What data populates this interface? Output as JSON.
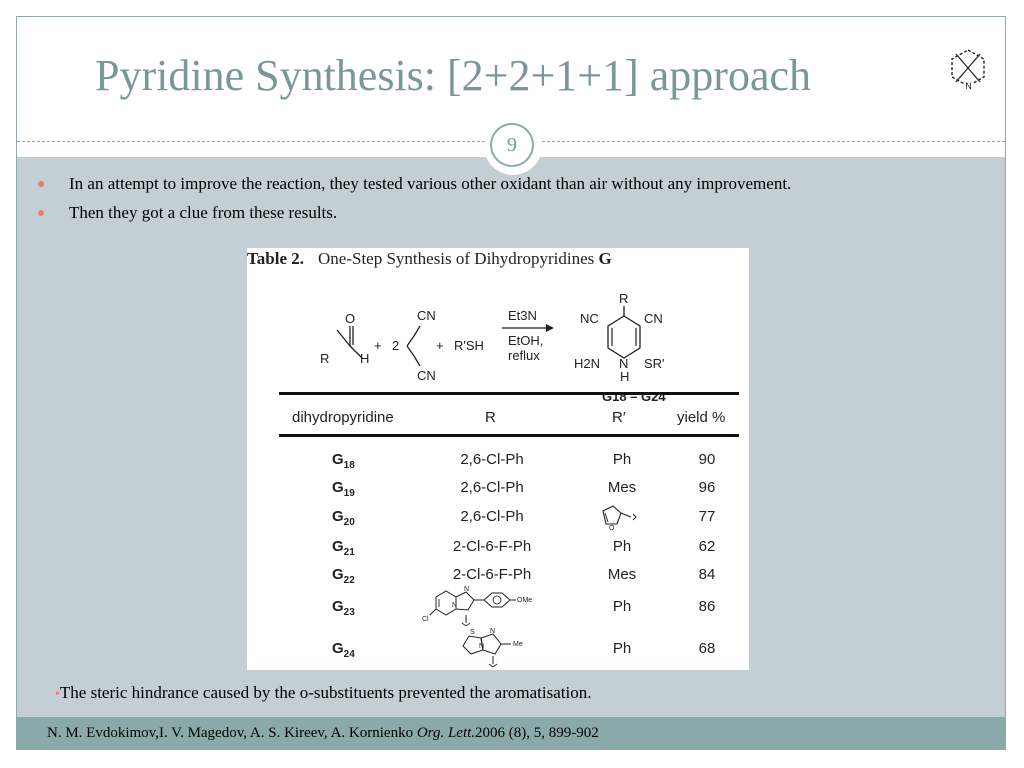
{
  "slide": {
    "title": "Pyridine Synthesis: [2+2+1+1] approach",
    "logo_icon": "pyridine-ring-icon",
    "page_number": "9",
    "bullets": [
      "In an attempt to improve the reaction, they tested various other oxidant than air without any improvement.",
      "Then they got a clue from these results."
    ],
    "note_marker": "•",
    "note": "The steric hindrance caused by the o-substituents prevented the aromatisation.",
    "footer": {
      "authors": "N. M. Evdokimov,I. V. Magedov, A. S. Kireev, A. Kornienko ",
      "journal": "Org. Lett.",
      "citation": "2006 (8), 5, 899-902"
    }
  },
  "table": {
    "label": "Table 2.",
    "caption": "One-Step Synthesis of Dihydropyridines",
    "caption_compound": "G",
    "scheme": {
      "aldehyde_O": "O",
      "aldehyde_R": "R",
      "aldehyde_H": "H",
      "plus1": "+",
      "coef": "2",
      "malono_cn_top": "CN",
      "malono_cn_bottom": "CN",
      "plus2": "+",
      "thiol": "R'SH",
      "reagent_top": "Et3N",
      "reagent_bottom1": "EtOH,",
      "reagent_bottom2": "reflux",
      "prod_R": "R",
      "prod_NC": "NC",
      "prod_CN": "CN",
      "prod_H2N": "H2N",
      "prod_N": "N",
      "prod_H": "H",
      "prod_SR": "SR'",
      "prod_label": "G18 – G24"
    },
    "headers": [
      "dihydropyridine",
      "R",
      "R′",
      "yield %"
    ],
    "rows": [
      {
        "compound": "G",
        "sub": "18",
        "R": "2,6-Cl-Ph",
        "R_prime": "Ph",
        "yield": "90"
      },
      {
        "compound": "G",
        "sub": "19",
        "R": "2,6-Cl-Ph",
        "R_prime": "Mes",
        "yield": "96"
      },
      {
        "compound": "G",
        "sub": "20",
        "R": "2,6-Cl-Ph",
        "R_prime": "",
        "R_prime_icon": "furfuryl-structure-icon",
        "yield": "77"
      },
      {
        "compound": "G",
        "sub": "21",
        "R": "2-Cl-6-F-Ph",
        "R_prime": "Ph",
        "yield": "62"
      },
      {
        "compound": "G",
        "sub": "22",
        "R": "2-Cl-6-F-Ph",
        "R_prime": "Mes",
        "yield": "84"
      },
      {
        "compound": "G",
        "sub": "23",
        "R": "",
        "R_icon": "imidazopyridine-methoxyphenyl-structure-icon",
        "R_labels": {
          "cl": "Cl",
          "n": "N",
          "ome": "OMe"
        },
        "R_prime": "Ph",
        "yield": "86"
      },
      {
        "compound": "G",
        "sub": "24",
        "R": "",
        "R_icon": "imidazothiazole-methyl-structure-icon",
        "R_labels": {
          "s": "S",
          "n": "N",
          "me": "Me"
        },
        "R_prime": "Ph",
        "yield": "68"
      }
    ]
  }
}
